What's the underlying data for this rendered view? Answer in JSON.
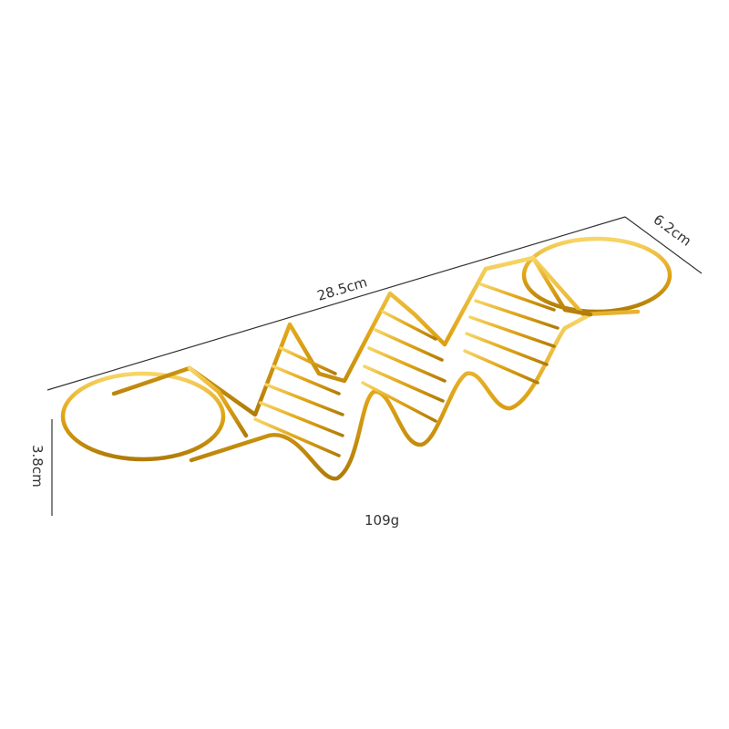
{
  "product": {
    "description": "Gold wire taco holder rack with ring handles at both ends",
    "color": "#E0A416",
    "highlight_color": "#F7D566",
    "shadow_color": "#B07C08"
  },
  "dimensions": {
    "length_label": "28.5cm",
    "width_label": "6.2cm",
    "height_label": "3.8cm"
  },
  "weight": {
    "label": "109g"
  },
  "colors": {
    "dimension_line": "#333333",
    "background": "#ffffff"
  }
}
